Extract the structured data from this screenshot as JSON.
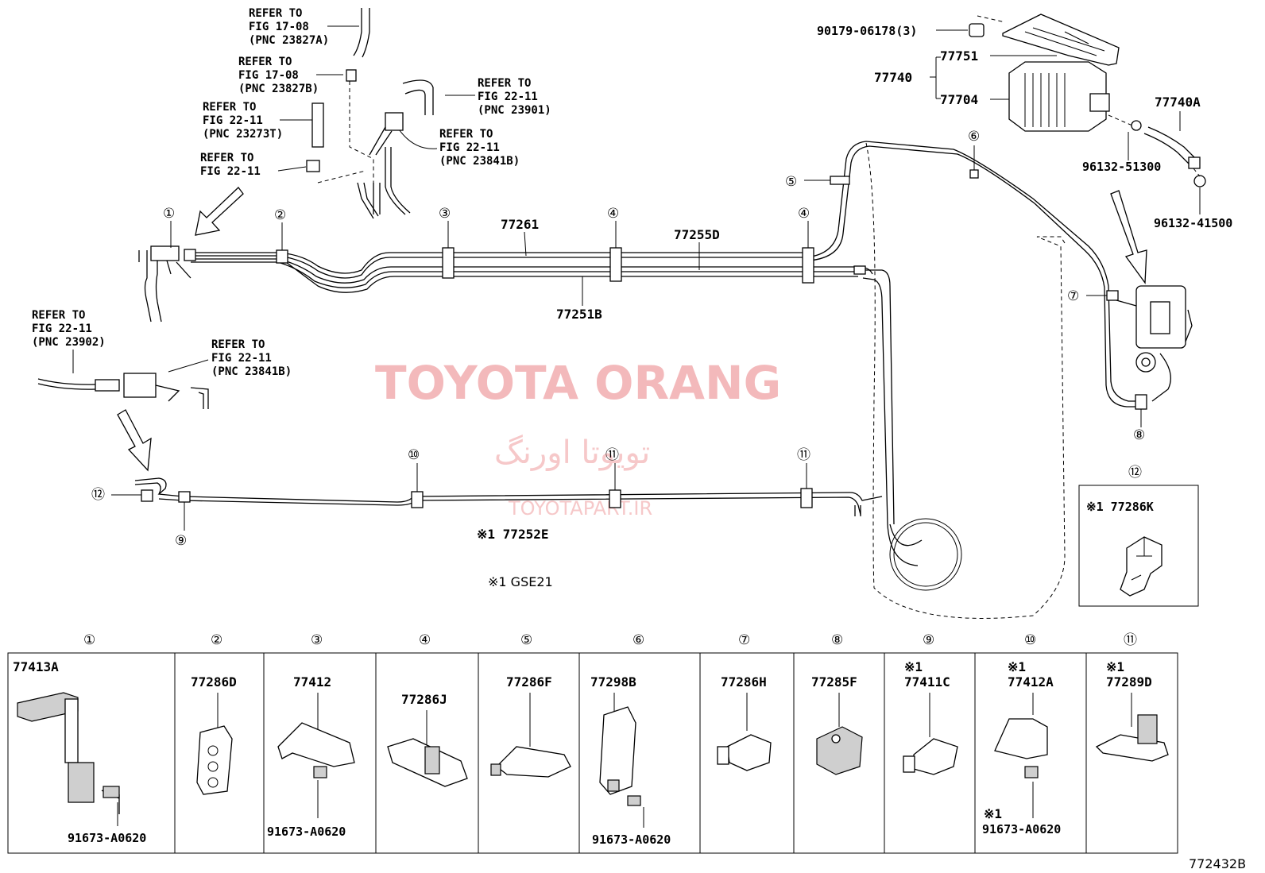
{
  "watermark": {
    "title": "TOYOTA ORANG",
    "persian": "تویوتا اورنگ",
    "site": "TOYOTAPART.IR"
  },
  "figure_id": "772432B",
  "references": {
    "r1": [
      "REFER TO",
      "FIG 17-08",
      "(PNC 23827A)"
    ],
    "r2": [
      "REFER TO",
      "FIG 17-08",
      "(PNC 23827B)"
    ],
    "r3": [
      "REFER TO",
      "FIG 22-11",
      "(PNC 23273T)"
    ],
    "r4": [
      "REFER TO",
      "FIG 22-11"
    ],
    "r5": [
      "REFER TO",
      "FIG 22-11",
      "(PNC 23901)"
    ],
    "r6": [
      "REFER TO",
      "FIG 22-11",
      "(PNC 23841B)"
    ],
    "r7": [
      "REFER TO",
      "FIG 22-11",
      "(PNC 23902)"
    ],
    "r8": [
      "REFER TO",
      "FIG 22-11",
      "(PNC 23841B)"
    ]
  },
  "labels": {
    "p77261": "77261",
    "p77255D": "77255D",
    "p77251B": "77251B",
    "p77252E": "※1 77252E",
    "gse21": "※1 GSE21",
    "p90179": "90179-06178(3)",
    "p77751": "77751",
    "p77740": "77740",
    "p77704": "77704",
    "p77740A": "77740A",
    "p96132a": "96132-51300",
    "p96132b": "96132-41500",
    "p77286K": "※1 77286K"
  },
  "callouts": {
    "c1": "①",
    "c2": "②",
    "c3": "③",
    "c4": "④",
    "c5": "⑤",
    "c6": "⑥",
    "c7": "⑦",
    "c8": "⑧",
    "c9": "⑨",
    "c10": "⑩",
    "c11": "⑪",
    "c12": "⑫"
  },
  "table": {
    "headers": [
      "①",
      "②",
      "③",
      "④",
      "⑤",
      "⑥",
      "⑦",
      "⑧",
      "⑨",
      "⑩",
      "⑪"
    ],
    "cells": [
      {
        "mark": "",
        "part": "77413A",
        "bolt": "91673-A0620",
        "boltmark": ""
      },
      {
        "mark": "",
        "part": "77286D",
        "bolt": "",
        "boltmark": ""
      },
      {
        "mark": "",
        "part": "77412",
        "bolt": "91673-A0620",
        "boltmark": ""
      },
      {
        "mark": "",
        "part": "77286J",
        "bolt": "",
        "boltmark": ""
      },
      {
        "mark": "",
        "part": "77286F",
        "bolt": "",
        "boltmark": ""
      },
      {
        "mark": "",
        "part": "77298B",
        "bolt": "91673-A0620",
        "boltmark": ""
      },
      {
        "mark": "",
        "part": "77286H",
        "bolt": "",
        "boltmark": ""
      },
      {
        "mark": "",
        "part": "77285F",
        "bolt": "",
        "boltmark": ""
      },
      {
        "mark": "※1",
        "part": "77411C",
        "bolt": "",
        "boltmark": ""
      },
      {
        "mark": "※1",
        "part": "77412A",
        "bolt": "91673-A0620",
        "boltmark": "※1"
      },
      {
        "mark": "※1",
        "part": "77289D",
        "bolt": "",
        "boltmark": ""
      }
    ]
  }
}
